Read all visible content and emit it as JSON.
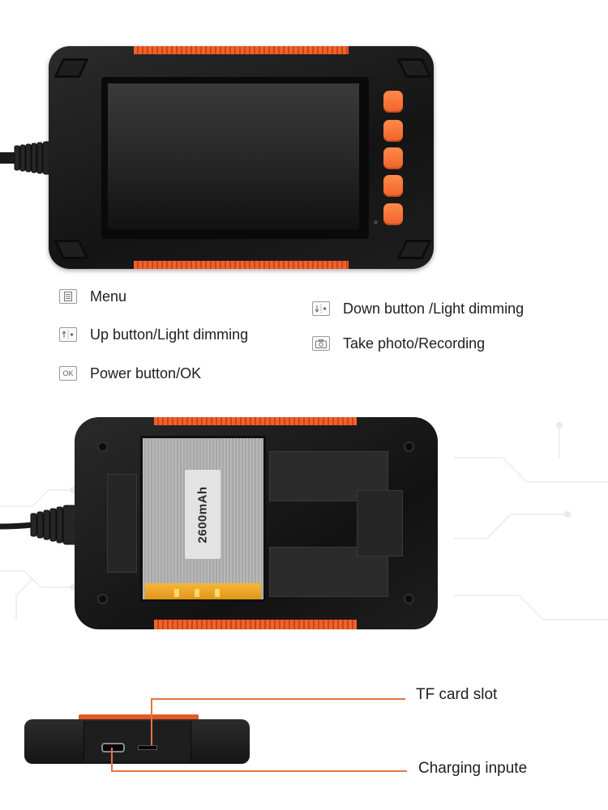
{
  "legend": {
    "menu": {
      "icon": "menu-icon",
      "label": "Menu"
    },
    "up": {
      "icon": "up-light-icon",
      "label": "Up button/Light dimming"
    },
    "power": {
      "icon": "ok-icon",
      "icon_text": "OK",
      "label": "Power button/OK"
    },
    "down": {
      "icon": "down-light-icon",
      "label": "Down button /Light dimming"
    },
    "photo": {
      "icon": "camera-icon",
      "label": "Take photo/Recording"
    }
  },
  "battery": {
    "capacity": "2600mAh"
  },
  "callouts": {
    "tf_card": "TF card slot",
    "charging": "Charging inpute"
  },
  "colors": {
    "accent": "#f0622a",
    "device_body": "#1c1c1c",
    "callout_line": "#e7743f"
  }
}
